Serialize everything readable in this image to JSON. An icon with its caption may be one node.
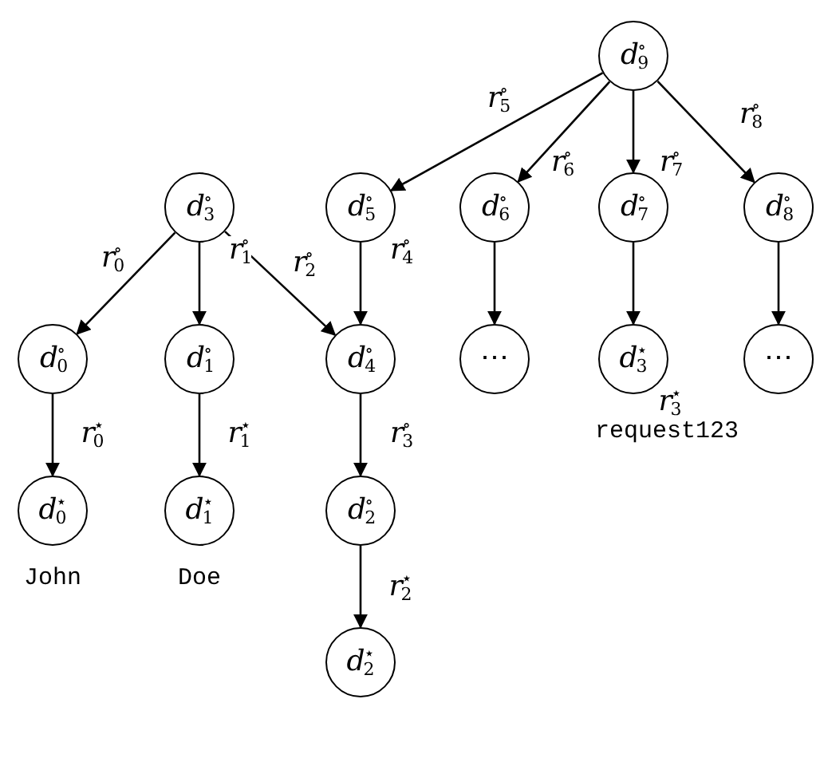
{
  "diagram": {
    "nodes": [
      {
        "text": [
          "*d*$_{9}$$^{∘}$"
        ]
      },
      {
        "text": [
          "*d*$_{3}$$^{∘}$"
        ]
      },
      {
        "text": [
          "*d*$_{5}$$^{∘}$"
        ]
      },
      {
        "text": [
          "*d*$_{6}$$^{∘}$"
        ]
      },
      {
        "text": [
          "*d*$_{7}$$^{∘}$"
        ]
      },
      {
        "text": [
          "*d*$_{8}$$^{∘}$"
        ]
      },
      {
        "text": [
          "*d*$_{0}$$^{∘}$"
        ]
      },
      {
        "text": [
          "*d*$_{1}$$^{∘}$"
        ]
      },
      {
        "text": [
          "*d*$_{4}$$^{∘}$"
        ]
      },
      {
        "text": [
          "⋯"
        ]
      },
      {
        "text": [
          "*d*$_{3}$$^{⋆}$"
        ],
        "beside": [
          "request123"
        ]
      },
      {
        "text": [
          "⋯"
        ]
      },
      {
        "text": [
          "*d*$_{0}$$^{⋆}$"
        ],
        "beside": [
          "John"
        ]
      },
      {
        "text": [
          "*d*$_{1}$$^{⋆}$"
        ],
        "beside": [
          "Doe"
        ]
      },
      {
        "text": [
          "*d*$_{2}$$^{∘}$"
        ]
      },
      {
        "text": [
          "*d*$_{2}$$^{⋆}$"
        ]
      }
    ],
    "edges": [
      {
        "from": 0,
        "to": 2,
        "arrow": "to",
        "label": "*r*$_{5}$$^{∘}$"
      },
      {
        "from": 0,
        "to": 3,
        "arrow": "to",
        "label": "*r*$_{6}$$^{∘}$"
      },
      {
        "from": 0,
        "to": 4,
        "arrow": "to",
        "label": "*r*$_{7}$$^{∘}$"
      },
      {
        "from": 0,
        "to": 5,
        "arrow": "to",
        "label": "*r*$_{8}$$^{∘}$"
      },
      {
        "from": 1,
        "to": 6,
        "arrow": "to",
        "label": "*r*$_{0}$$^{∘}$"
      },
      {
        "from": 1,
        "to": 7,
        "arrow": "to",
        "label": "*r*$_{1}$$^{∘}$"
      },
      {
        "from": 1,
        "to": 8,
        "arrow": "to",
        "label": "*r*$_{2}$$^{∘}$"
      },
      {
        "from": 2,
        "to": 8,
        "arrow": "to",
        "label": "*r*$_{4}$$^{∘}$"
      },
      {
        "from": 3,
        "to": 9,
        "arrow": "to"
      },
      {
        "from": 4,
        "to": 10,
        "arrow": "to",
        "label": "*r*$_{3}$$^{⋆}$"
      },
      {
        "from": 5,
        "to": 11,
        "arrow": "to"
      },
      {
        "from": 6,
        "to": 12,
        "arrow": "to",
        "label": "*r*$_{0}$$^{⋆}$"
      },
      {
        "from": 7,
        "to": 13,
        "arrow": "to",
        "label": "*r*$_{1}$$^{⋆}$"
      },
      {
        "from": 8,
        "to": 14,
        "arrow": "to",
        "label": "*r*$_{3}$$^{∘}$"
      },
      {
        "from": 14,
        "to": 15,
        "arrow": "to",
        "label": "*r*$_{2}$$^{⋆}$"
      }
    ]
  }
}
